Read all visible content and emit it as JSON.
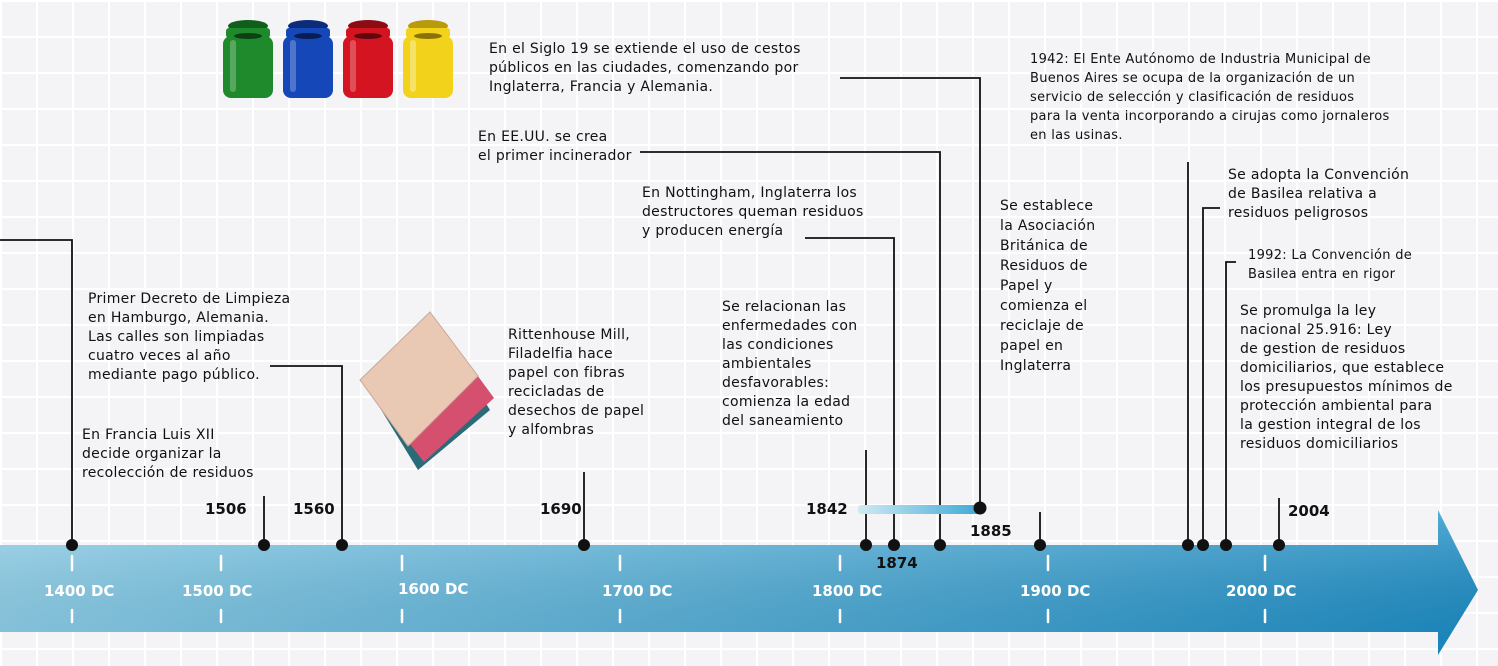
{
  "colors": {
    "arrow_light": "#8fd3ee",
    "arrow_dark": "#1a8fc9",
    "line": "#111111",
    "dot": "#111111",
    "bin_colors": [
      "#1f8a2c",
      "#1547b8",
      "#d41420",
      "#f2d21a"
    ],
    "paper_colors": [
      "#2a6b7a",
      "#d4506e",
      "#e9c9b4"
    ]
  },
  "icons": [
    "recycling-bins-icon",
    "paper-sheets-icon"
  ],
  "axis": {
    "centuries": [
      "1400 DC",
      "1500  DC",
      "1600 DC",
      "1700 DC",
      "1800 DC",
      "1900 DC",
      "2000 DC"
    ]
  },
  "years": {
    "y1506": "1506",
    "y1560": "1560",
    "y1690": "1690",
    "y1842": "1842",
    "y1874": "1874",
    "y1885": "1885",
    "y2004": "2004"
  },
  "events": {
    "siglo19": "En el Siglo 19 se extiende el uso de cestos\npúblicos en las ciudades, comenzando por\nInglaterra, Francia y Alemania.",
    "eeuu": "En EE.UU. se crea\nel primer incinerador",
    "nottingham": "En Nottingham, Inglaterra los\ndestructores queman residuos\ny producen energía",
    "asociacion": "Se establece\nla Asociación\nBritánica de\nResiduos de\nPapel y\ncomienza el\nreciclaje de\npapel en\nInglaterra",
    "ente1942": "1942: El Ente Autónomo de Industria Municipal de\nBuenos Aires se ocupa de la organización de un\nservicio de selección y clasificación de residuos\npara la venta incorporando a cirujas como jornaleros\nen las usinas.",
    "basilea": "Se adopta la Convención\nde Basilea relativa a\nresiduos peligrosos",
    "basilea1992": "1992: La Convención de\nBasilea entra en rigor",
    "ley": "Se promulga la ley\nnacional 25.916: Ley\nde gestion de residuos\ndomiciliarios, que establece\nlos presupuestos mínimos de\nprotección ambiental para\nla gestion integral de los\nresiduos domiciliarios",
    "hamburgo": "Primer Decreto de Limpieza\nen Hamburgo, Alemania.\nLas calles son limpiadas\ncuatro veces al año\nmediante pago público.",
    "francia": "En Francia Luis XII\ndecide organizar la\nrecolección de residuos",
    "rittenhouse": "Rittenhouse Mill,\nFiladelfia hace\npapel con fibras\nrecicladas de\ndesechos de papel\ny alfombras",
    "saneamiento": "Se relacionan las\nenfermedades con\nlas condiciones\nambientales\ndesfavorables:\ncomienza la edad\ndel saneamiento"
  }
}
